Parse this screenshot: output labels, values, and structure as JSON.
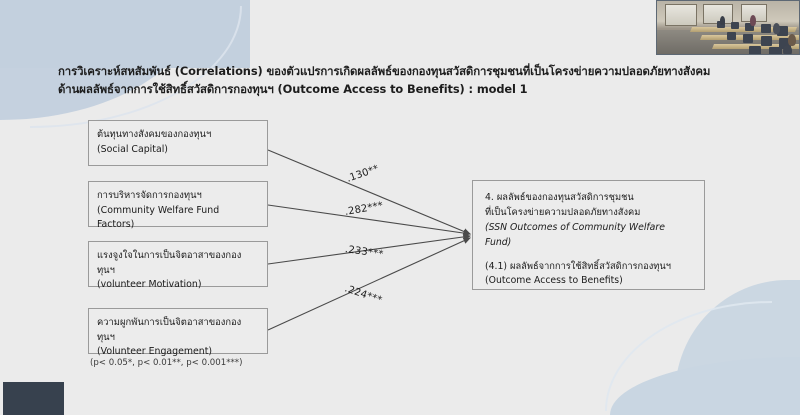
{
  "slide": {
    "title_line1": "การวิเคราะห์สหสัมพันธ์ (Correlations) ของตัวแปรการเกิดผลลัพธ์ของกองทุนสวัสดิการชุมชนที่เป็นโครงข่ายความปลอดภัยทางสังคม",
    "title_line2": "ด้านผลลัพธ์จากการใช้สิทธิ์สวัสดิการกองทุนฯ (Outcome Access to Benefits) : model 1",
    "footnote": "(p< 0.05*, p< 0.01**, p< 0.001***)",
    "background_color": "#ebebeb",
    "accent_color": "#c3d0de"
  },
  "diagram": {
    "type": "path-model",
    "predictors": [
      {
        "id": "social-capital",
        "th": "ต้นทุนทางสังคมของกองทุนฯ",
        "en": "(Social Capital)",
        "coefficient": ".130**",
        "significance": "p < 0.01"
      },
      {
        "id": "fund-management",
        "th": "การบริหารจัดการกองทุนฯ",
        "en": " (Community Welfare Fund Factors)",
        "coefficient": ".282***",
        "significance": "p < 0.001"
      },
      {
        "id": "volunteer-motivation",
        "th": "แรงจูงใจในการเป็นจิตอาสาของกองทุนฯ",
        "en": "(volunteer Motivation)",
        "coefficient": ".233***",
        "significance": "p < 0.001"
      },
      {
        "id": "volunteer-engagement",
        "th": "ความผูกพันการเป็นจิตอาสาของกองทุนฯ",
        "en": "(Volunteer Engagement)",
        "coefficient": ".224***",
        "significance": "p < 0.001"
      }
    ],
    "outcome": {
      "id": "ssn-outcome",
      "th_line1": " 4. ผลลัพธ์ของกองทุนสวัสดิการชุมชน",
      "th_line2": "ที่เป็นโครงข่ายความปลอดภัยทางสังคม",
      "en_italic": "(SSN Outcomes of Community Welfare Fund)",
      "sub_th": "(4.1) ผลลัพธ์จากการใช้สิทธิ์สวัสดิการกองทุนฯ",
      "sub_en": "(Outcome Access to Benefits)"
    },
    "box_border_color": "#9a9a9a",
    "arrow_color": "#4a4a4a"
  },
  "overlays": {
    "webcam_label": "presenter-room-camera",
    "video_tile_label": "participant-tile"
  }
}
